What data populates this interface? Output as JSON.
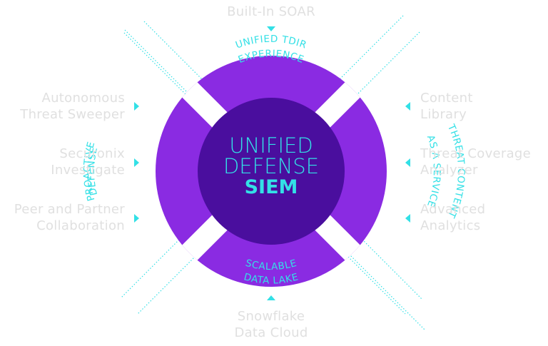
{
  "colors": {
    "ring": "#8a2be2",
    "core": "#4a0e9e",
    "accent": "#33e0e6",
    "label_text": "#e0e0e0",
    "background": "#ffffff"
  },
  "center": {
    "line1": "UNIFIED",
    "line2": "DEFENSE",
    "line3": "SIEM"
  },
  "segments": {
    "top": {
      "line1": "UNIFIED TDIR",
      "line2": "EXPERIENCE"
    },
    "right": {
      "line1": "THREAT CONTENT",
      "line2": "AS A SERVICE"
    },
    "bottom": {
      "line1": "SCALABLE",
      "line2": "DATA LAKE"
    },
    "left": {
      "line1": "PROACTIVE",
      "line2": "DEFENSE"
    }
  },
  "labels": {
    "top": "Built-In SOAR",
    "bottom": [
      "Snowflake",
      "Data Cloud"
    ],
    "left": [
      [
        "Autonomous",
        "Threat Sweeper"
      ],
      [
        "Securonix",
        "Investigate"
      ],
      [
        "Peer and Partner",
        "Collaboration"
      ]
    ],
    "right": [
      [
        "Content",
        "Library"
      ],
      [
        "Threat Coverage",
        "Analyzer"
      ],
      [
        "Advanced",
        "Analytics"
      ]
    ]
  },
  "icons": {
    "pointer": "triangle-pointer"
  }
}
